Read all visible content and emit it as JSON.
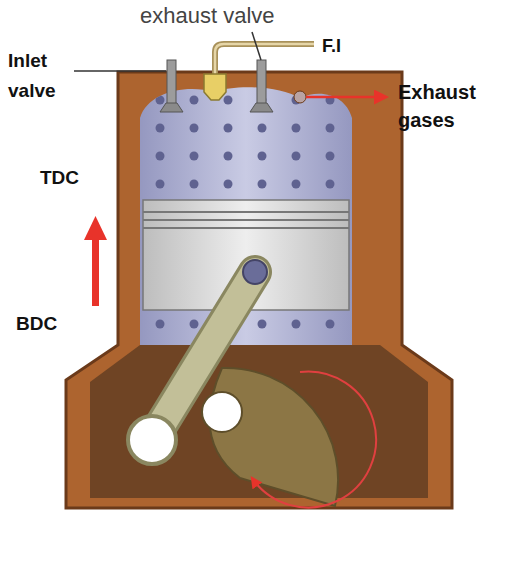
{
  "diagram": {
    "labels": [
      "exhaust valve",
      "Inlet valve",
      "F.I",
      "Exhaust gases",
      "TDC",
      "BDC"
    ]
  }
}
